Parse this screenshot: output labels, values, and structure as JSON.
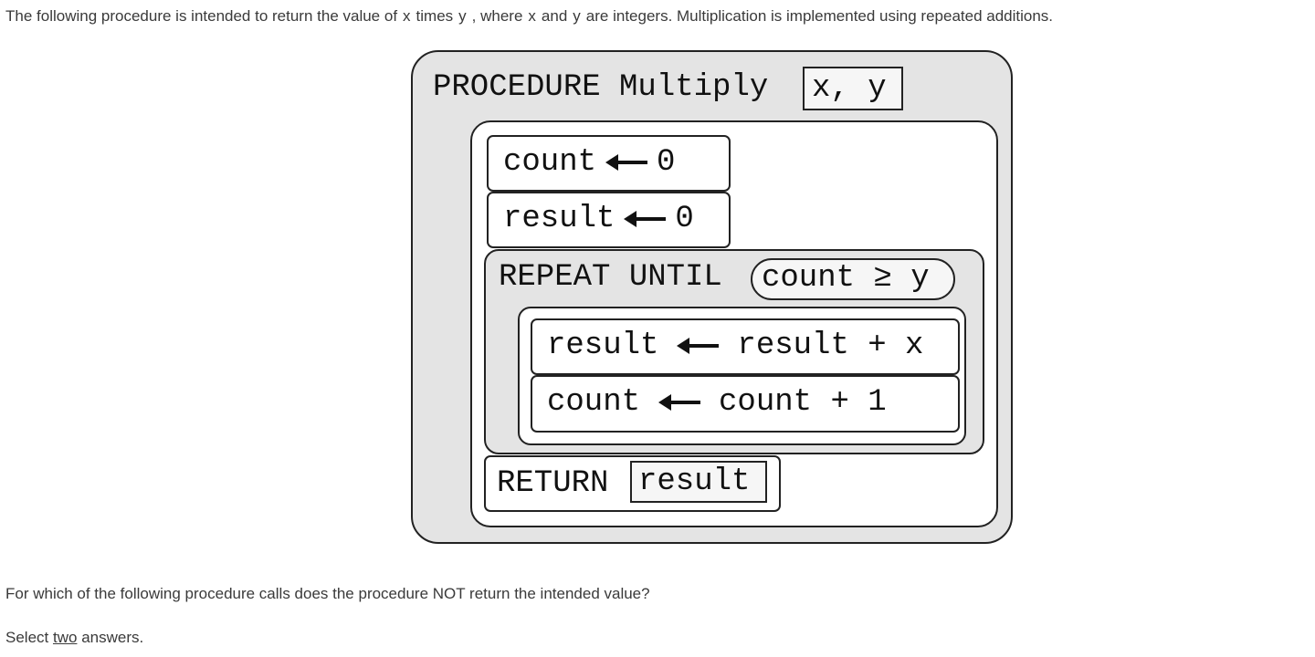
{
  "intro": {
    "part1": "The following procedure is intended to return the value of",
    "var_x": "x",
    "part2": "times",
    "var_y": "y",
    "part3": ", where",
    "var_x2": "x",
    "part4": "and",
    "var_y2": "y",
    "part5": "are integers. Multiplication is implemented using repeated additions."
  },
  "procedure": {
    "header": "PROCEDURE Multiply",
    "params": "x, y",
    "init_count": {
      "var": "count",
      "value": "0"
    },
    "init_result": {
      "var": "result",
      "value": "0"
    },
    "repeat_label": "REPEAT UNTIL",
    "repeat_condition": "count ≥ y",
    "loop_stmt1": {
      "var": "result",
      "expr": "result + x"
    },
    "loop_stmt2": {
      "var": "count",
      "expr": "count + 1"
    },
    "return_label": "RETURN",
    "return_value": "result",
    "arrow_icon": "left-arrow"
  },
  "question": "For which of the following procedure calls does the procedure NOT return the intended value?",
  "select": {
    "prefix": "Select",
    "emphasis": "two",
    "suffix": "answers."
  }
}
